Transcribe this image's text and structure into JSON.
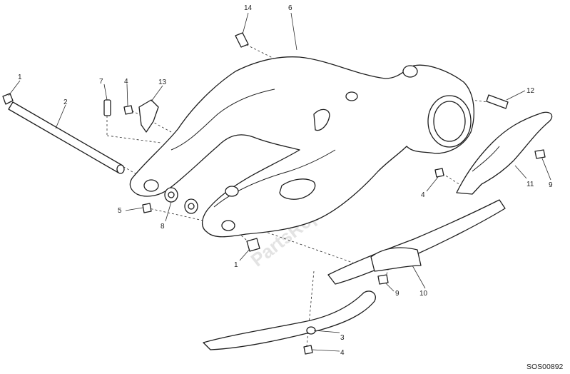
{
  "diagram": {
    "drawing_code": "SOS00892",
    "watermark": "PartsRepublik",
    "callouts": [
      {
        "id": "c1a",
        "label": "1"
      },
      {
        "id": "c2",
        "label": "2"
      },
      {
        "id": "c7",
        "label": "7"
      },
      {
        "id": "c4a",
        "label": "4"
      },
      {
        "id": "c13",
        "label": "13"
      },
      {
        "id": "c14",
        "label": "14"
      },
      {
        "id": "c6",
        "label": "6"
      },
      {
        "id": "c12",
        "label": "12"
      },
      {
        "id": "c9a",
        "label": "9"
      },
      {
        "id": "c11",
        "label": "11"
      },
      {
        "id": "c4b",
        "label": "4"
      },
      {
        "id": "c5",
        "label": "5"
      },
      {
        "id": "c8",
        "label": "8"
      },
      {
        "id": "c1b",
        "label": "1"
      },
      {
        "id": "c9b",
        "label": "9"
      },
      {
        "id": "c10",
        "label": "10"
      },
      {
        "id": "c3",
        "label": "3"
      },
      {
        "id": "c4c",
        "label": "4"
      }
    ]
  }
}
